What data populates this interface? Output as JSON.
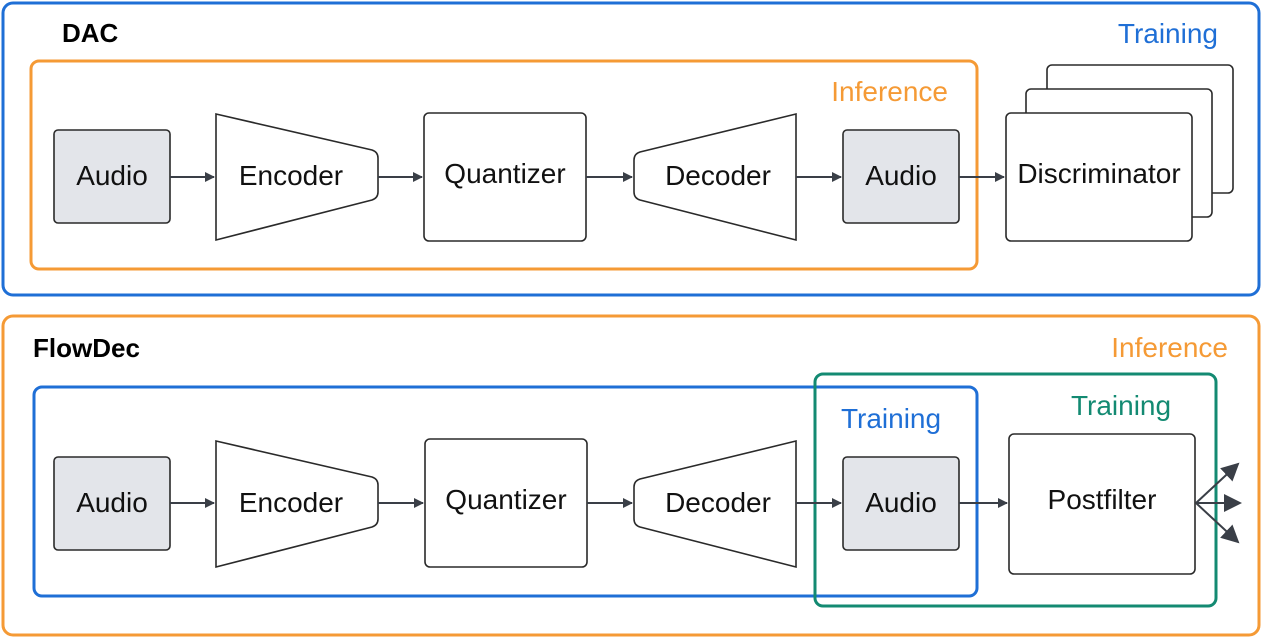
{
  "colors": {
    "training_blue": "#1f6fd6",
    "inference_orange": "#f59a35",
    "training_teal": "#138a72",
    "audio_fill": "#e3e5ea"
  },
  "dac": {
    "title": "DAC",
    "training_label": "Training",
    "inference_label": "Inference",
    "blocks": {
      "audio_in": "Audio",
      "encoder": "Encoder",
      "quantizer": "Quantizer",
      "decoder": "Decoder",
      "audio_out": "Audio",
      "discriminator": "Discriminator"
    }
  },
  "flowdec": {
    "title": "FlowDec",
    "inference_label": "Inference",
    "training_label_blue": "Training",
    "training_label_teal": "Training",
    "blocks": {
      "audio_in": "Audio",
      "encoder": "Encoder",
      "quantizer": "Quantizer",
      "decoder": "Decoder",
      "audio_out": "Audio",
      "postfilter": "Postfilter"
    }
  }
}
